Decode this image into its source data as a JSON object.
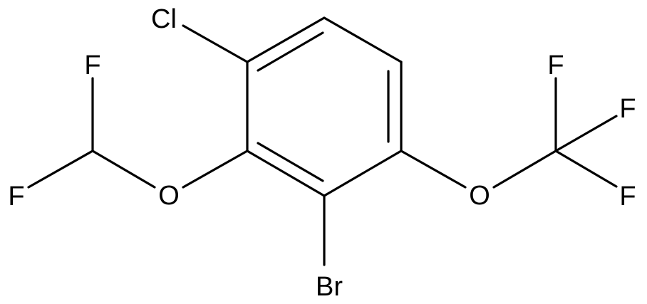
{
  "molecule": {
    "atoms": [
      {
        "id": "cl",
        "label": "Cl"
      },
      {
        "id": "f1",
        "label": "F"
      },
      {
        "id": "f2",
        "label": "F"
      },
      {
        "id": "o1",
        "label": "O"
      },
      {
        "id": "br",
        "label": "Br"
      },
      {
        "id": "o2",
        "label": "O"
      },
      {
        "id": "f3",
        "label": "F"
      },
      {
        "id": "f4",
        "label": "F"
      },
      {
        "id": "f5",
        "label": "F"
      }
    ]
  },
  "colors": {
    "bond": "#000000",
    "label": "#000000",
    "background": "#ffffff"
  }
}
